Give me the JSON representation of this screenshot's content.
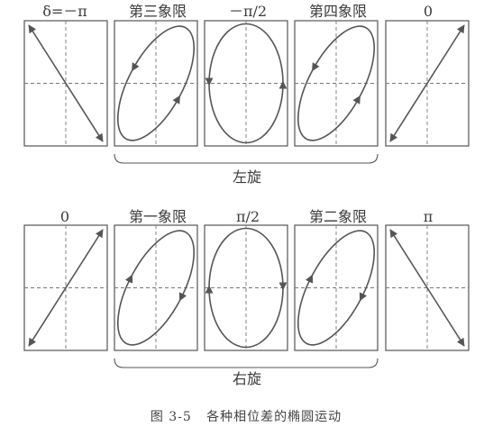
{
  "rows": [
    {
      "name": "top",
      "boxes": [
        {
          "label": "δ=－π",
          "shape": "line-down"
        },
        {
          "label": "第三象限",
          "shape": "ellipse-right-ccw"
        },
        {
          "label": "－π/2",
          "shape": "ellipse-upright-ccw"
        },
        {
          "label": "第四象限",
          "shape": "ellipse-right-ccw"
        },
        {
          "label": "0",
          "shape": "line-up"
        }
      ],
      "bracket_label": "左旋"
    },
    {
      "name": "bottom",
      "boxes": [
        {
          "label": "0",
          "shape": "line-up"
        },
        {
          "label": "第一象限",
          "shape": "ellipse-right-cw"
        },
        {
          "label": "π/2",
          "shape": "ellipse-upright-cw"
        },
        {
          "label": "第二象限",
          "shape": "ellipse-right-cw"
        },
        {
          "label": "π",
          "shape": "line-down"
        }
      ],
      "bracket_label": "右旋"
    }
  ],
  "caption": {
    "number": "图 3-5",
    "text": "各种相位差的椭圆运动"
  },
  "colors": {
    "stroke": "#555555",
    "dash": "#777777"
  }
}
